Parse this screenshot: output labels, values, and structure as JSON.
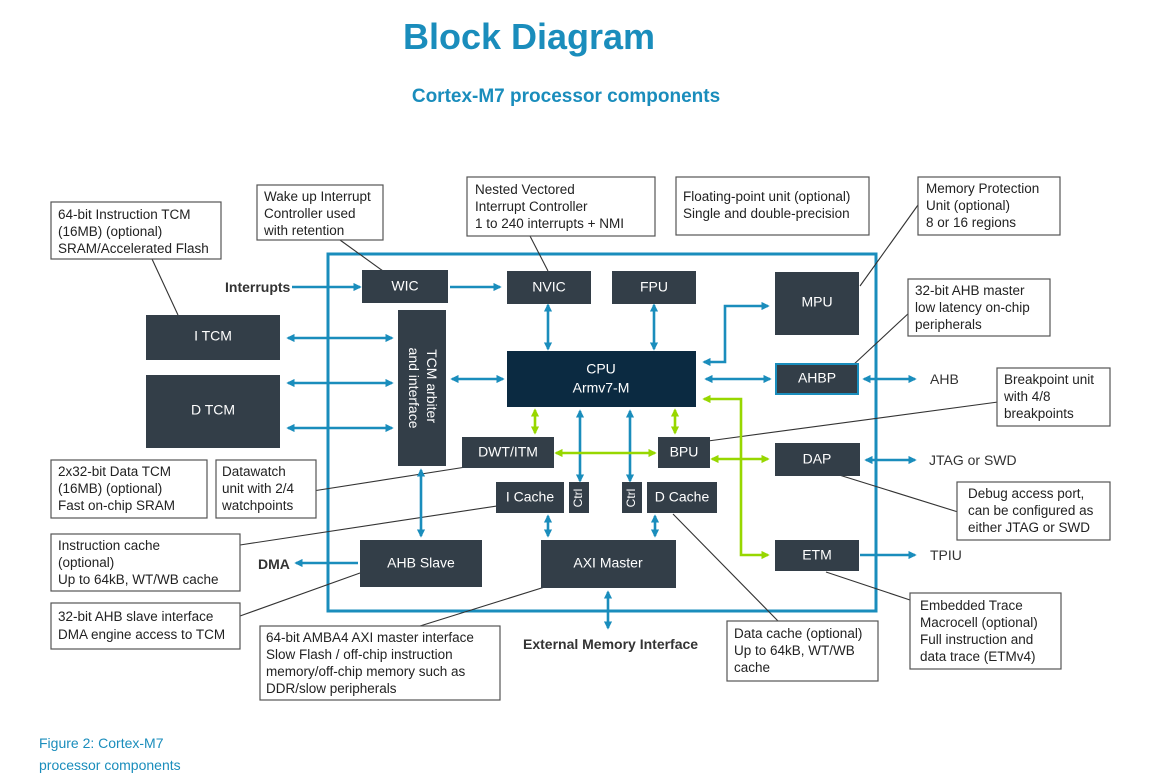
{
  "header": {
    "title": "Block Diagram",
    "subtitle": "Cortex-M7 processor components"
  },
  "caption": "Figure 2: Cortex-M7 processor components",
  "colors": {
    "accent_blue": "#1a8dbc",
    "block_dark": "#333e48",
    "cpu_dark": "#0b2a41",
    "debug_green": "#97d700"
  },
  "blocks": {
    "wic": "WIC",
    "nvic": "NVIC",
    "fpu": "FPU",
    "mpu": "MPU",
    "itcm": "I TCM",
    "dtcm": "D TCM",
    "tcm_arbiter": [
      "TCM arbiter",
      "and interface"
    ],
    "cpu": [
      "CPU",
      "Armv7-M"
    ],
    "ahbp": "AHBP",
    "dwt_itm": "DWT/ITM",
    "bpu": "BPU",
    "dap": "DAP",
    "icache": "I Cache",
    "ctrl_i": "Ctrl",
    "ctrl_d": "Ctrl",
    "dcache": "D Cache",
    "ahb_slave": "AHB Slave",
    "axi_master": "AXI Master",
    "etm": "ETM"
  },
  "external_labels": {
    "interrupts": "Interrupts",
    "ahb": "AHB",
    "jtag_swd": "JTAG or SWD",
    "tpiu": "TPIU",
    "dma": "DMA",
    "external_memory": "External Memory Interface"
  },
  "notes": {
    "itcm": [
      "64-bit Instruction TCM",
      "(16MB) (optional)",
      "SRAM/Accelerated Flash"
    ],
    "wic": [
      "Wake up Interrupt",
      "Controller used",
      "with retention"
    ],
    "nvic": [
      "Nested Vectored",
      "Interrupt Controller",
      "1 to 240 interrupts + NMI"
    ],
    "fpu": [
      "Floating-point unit (optional)",
      "Single and double-precision"
    ],
    "mpu": [
      "Memory Protection",
      "Unit (optional)",
      "8 or 16 regions"
    ],
    "ahbp": [
      "32-bit AHB master",
      "low latency on-chip",
      "peripherals"
    ],
    "bpu": [
      "Breakpoint unit",
      "with 4/8",
      "breakpoints"
    ],
    "dtcm": [
      "2x32-bit Data TCM",
      "(16MB) (optional)",
      "Fast on-chip SRAM"
    ],
    "dwt": [
      "Datawatch",
      "unit with 2/4",
      "watchpoints"
    ],
    "dap": [
      "Debug access port,",
      "can be configured as",
      "either JTAG or SWD"
    ],
    "icache": [
      "Instruction cache",
      "(optional)",
      "Up to 64kB, WT/WB cache"
    ],
    "ahb_slave": [
      "32-bit AHB slave interface",
      "DMA engine access to TCM"
    ],
    "axi": [
      "64-bit AMBA4 AXI master interface",
      "Slow Flash / off-chip instruction",
      "memory/off-chip memory such as",
      "DDR/slow peripherals"
    ],
    "dcache": [
      "Data cache (optional)",
      "Up to 64kB, WT/WB",
      "cache"
    ],
    "etm": [
      "Embedded Trace",
      "Macrocell (optional)",
      "Full instruction and",
      "data trace (ETMv4)"
    ]
  }
}
